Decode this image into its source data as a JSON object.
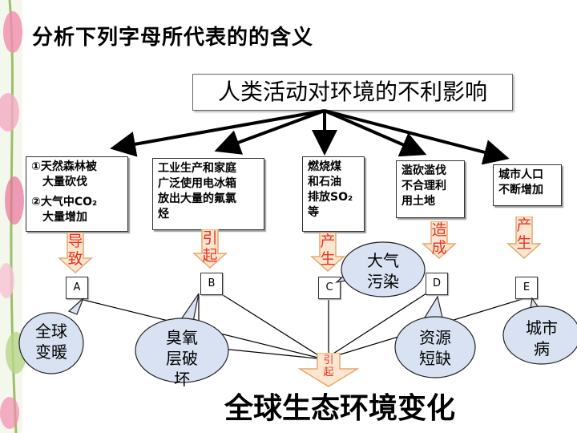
{
  "title": "分析下列字母所代表的的含义",
  "top_box": "人类活动对环境的不利影响",
  "sources": [
    {
      "lines": [
        "①天然森林被",
        "　大量砍伐",
        "②大气中CO₂",
        "　大量增加"
      ]
    },
    {
      "lines": [
        "工业生产和家庭",
        "广泛使用电冰箱",
        "放出大量的氟氯",
        "烃"
      ]
    },
    {
      "lines": [
        "燃烧煤",
        "和石油",
        "排放SO₂",
        "等"
      ]
    },
    {
      "lines": [
        "滥砍滥伐",
        "不合理利",
        "用土地"
      ]
    },
    {
      "lines": [
        "城市人口",
        "不断增加"
      ]
    }
  ],
  "arrow_labels": [
    "导\n致",
    "引\n起",
    "产\n生",
    "造\n成",
    "产\n生"
  ],
  "letters": [
    "A",
    "B",
    "C",
    "D",
    "E"
  ],
  "effects": [
    {
      "text": "全球\n变暖"
    },
    {
      "text": "臭氧\n层破\n坏"
    },
    {
      "text": "大气\n污染"
    },
    {
      "text": "资源\n短缺"
    },
    {
      "text": "城市\n病"
    }
  ],
  "center_arrow_label": "引\n起",
  "bottom_title": "全球生态环境变化",
  "colors": {
    "arrow_fill": "#fde6d0",
    "arrow_stroke": "#e8a66b",
    "arrow_text": "#e8321f",
    "cloud_fill": "#d8e2f2"
  }
}
